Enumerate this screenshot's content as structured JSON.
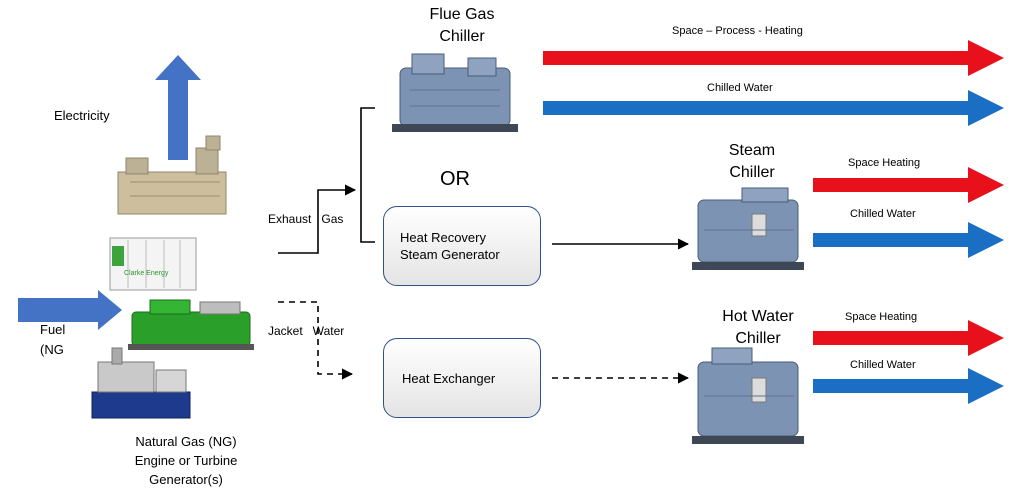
{
  "labels": {
    "flue_gas_chiller": [
      "Flue Gas",
      "Chiller"
    ],
    "steam_chiller": [
      "Steam",
      "Chiller"
    ],
    "hot_water_chiller": [
      "Hot Water",
      "Chiller"
    ],
    "or": "OR",
    "electricity": "Electricity",
    "fuel": [
      "Fuel",
      "(NG"
    ],
    "exhaust_gas": "Exhaust   Gas",
    "jacket_water": "Jacket   Water",
    "generator_caption": [
      "Natural Gas (NG)",
      "Engine or Turbine",
      "Generator(s)"
    ],
    "brand_text": "Clarke Energy"
  },
  "boxes": {
    "hrsg": [
      "Heat Recovery",
      "Steam Generator"
    ],
    "heat_exchanger": "Heat Exchanger"
  },
  "outputs": {
    "flue_gas": {
      "heating": "Space – Process - Heating",
      "cooling": "Chilled Water"
    },
    "steam": {
      "heating": "Space Heating",
      "cooling": "Chilled Water"
    },
    "hot_water": {
      "heating": "Space Heating",
      "cooling": "Chilled Water"
    }
  },
  "colors": {
    "heating_arrow": "#e8101a",
    "cooling_arrow": "#1a6fc4",
    "input_arrow": "#4472c4",
    "box_border": "#2f4f8f",
    "chiller_body": "#7d93b3",
    "engine_green": "#2aa02a",
    "turbine_blue": "#1d3a8c"
  }
}
